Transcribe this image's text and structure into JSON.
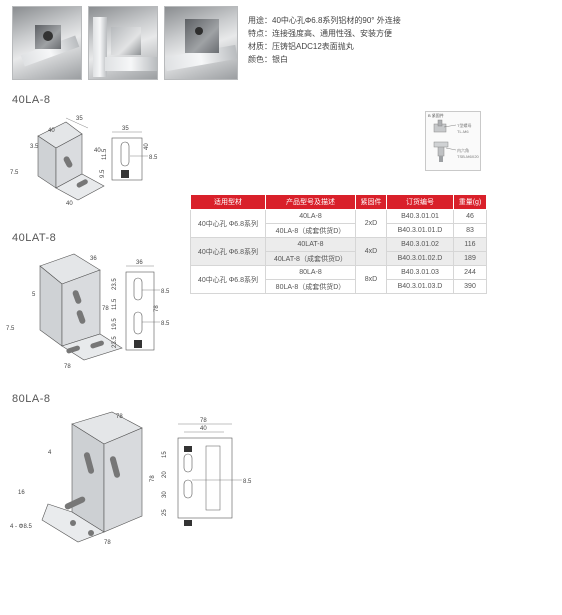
{
  "description": {
    "usage": "用途：40中心孔Φ6.8系列铝材的90° 外连接",
    "feature": "特点：连接强度高、通用性强、安装方便",
    "material": "材质：压铸铝ADC12表面抛丸",
    "color": "颜色：银白"
  },
  "sections": {
    "s1": "40LA-8",
    "s2": "40LAT-8",
    "s3": "80LA-8"
  },
  "legend": {
    "head": "B 紧固件",
    "item1": "T型螺母\nTL-M6",
    "item2": "内六角\nTSB-M6X20"
  },
  "table": {
    "headers": [
      "适用型材",
      "产品型号及描述",
      "紧固件",
      "订货编号",
      "重量(g)"
    ],
    "groups": [
      {
        "profile": "40中心孔 Φ6.8系列",
        "fastener": "2xD",
        "rows": [
          {
            "model": "40LA-8",
            "code": "B40.3.01.01",
            "weight": "46"
          },
          {
            "model": "40LA-8（成套供货D）",
            "code": "B40.3.01.01.D",
            "weight": "83"
          }
        ]
      },
      {
        "profile": "40中心孔 Φ6.8系列",
        "fastener": "4xD",
        "rows": [
          {
            "model": "40LAT-8",
            "code": "B40.3.01.02",
            "weight": "116"
          },
          {
            "model": "40LAT-8（成套供货D）",
            "code": "B40.3.01.02.D",
            "weight": "189"
          }
        ]
      },
      {
        "profile": "40中心孔 Φ6.8系列",
        "fastener": "8xD",
        "rows": [
          {
            "model": "80LA-8",
            "code": "B40.3.01.03",
            "weight": "244"
          },
          {
            "model": "80LA-8（成套供货D）",
            "code": "B40.3.01.03.D",
            "weight": "390"
          }
        ]
      }
    ]
  },
  "dims": {
    "f1": {
      "a": "35",
      "b": "35",
      "c": "40",
      "d": "40",
      "e": "3.5",
      "f": "7.5",
      "g": "8.5",
      "h": "11.5",
      "i": "9.5",
      "j": "40",
      "k": "40"
    },
    "f2": {
      "a": "36",
      "b": "36",
      "c": "78",
      "d": "78",
      "e": "7.5",
      "f": "5",
      "g": "8.5",
      "h": "8.5",
      "i": "23.5",
      "j": "11.5",
      "k": "19.5",
      "l": "23.5",
      "m": "78"
    },
    "f3": {
      "a": "78",
      "b": "78",
      "c": "40",
      "d": "78",
      "e": "4",
      "f": "16",
      "g": "8.5",
      "h": "15",
      "i": "20",
      "j": "30",
      "k": "25",
      "l": "4 - Φ8.5",
      "m": "78"
    }
  }
}
